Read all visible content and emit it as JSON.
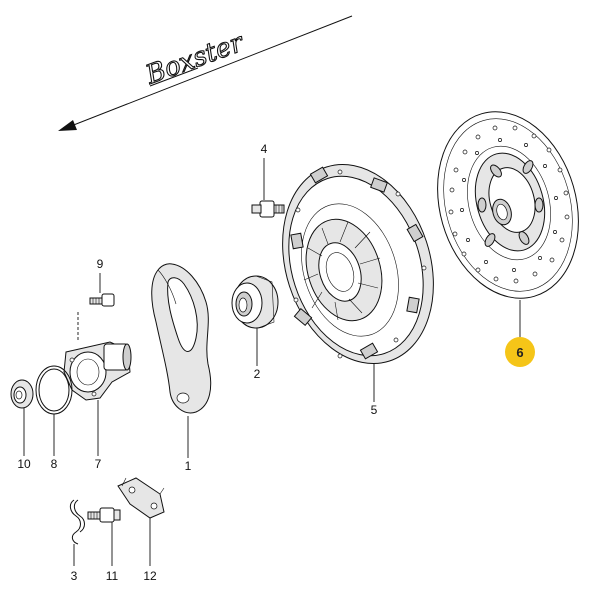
{
  "brand": {
    "text": "Boxster"
  },
  "highlight_color": "#f5c518",
  "callouts": [
    {
      "id": "1",
      "label": "1"
    },
    {
      "id": "2",
      "label": "2"
    },
    {
      "id": "3",
      "label": "3"
    },
    {
      "id": "4",
      "label": "4"
    },
    {
      "id": "5",
      "label": "5"
    },
    {
      "id": "6",
      "label": "6",
      "highlighted": true
    },
    {
      "id": "7",
      "label": "7"
    },
    {
      "id": "8",
      "label": "8"
    },
    {
      "id": "9",
      "label": "9"
    },
    {
      "id": "10",
      "label": "10"
    },
    {
      "id": "11",
      "label": "11"
    },
    {
      "id": "12",
      "label": "12"
    }
  ]
}
